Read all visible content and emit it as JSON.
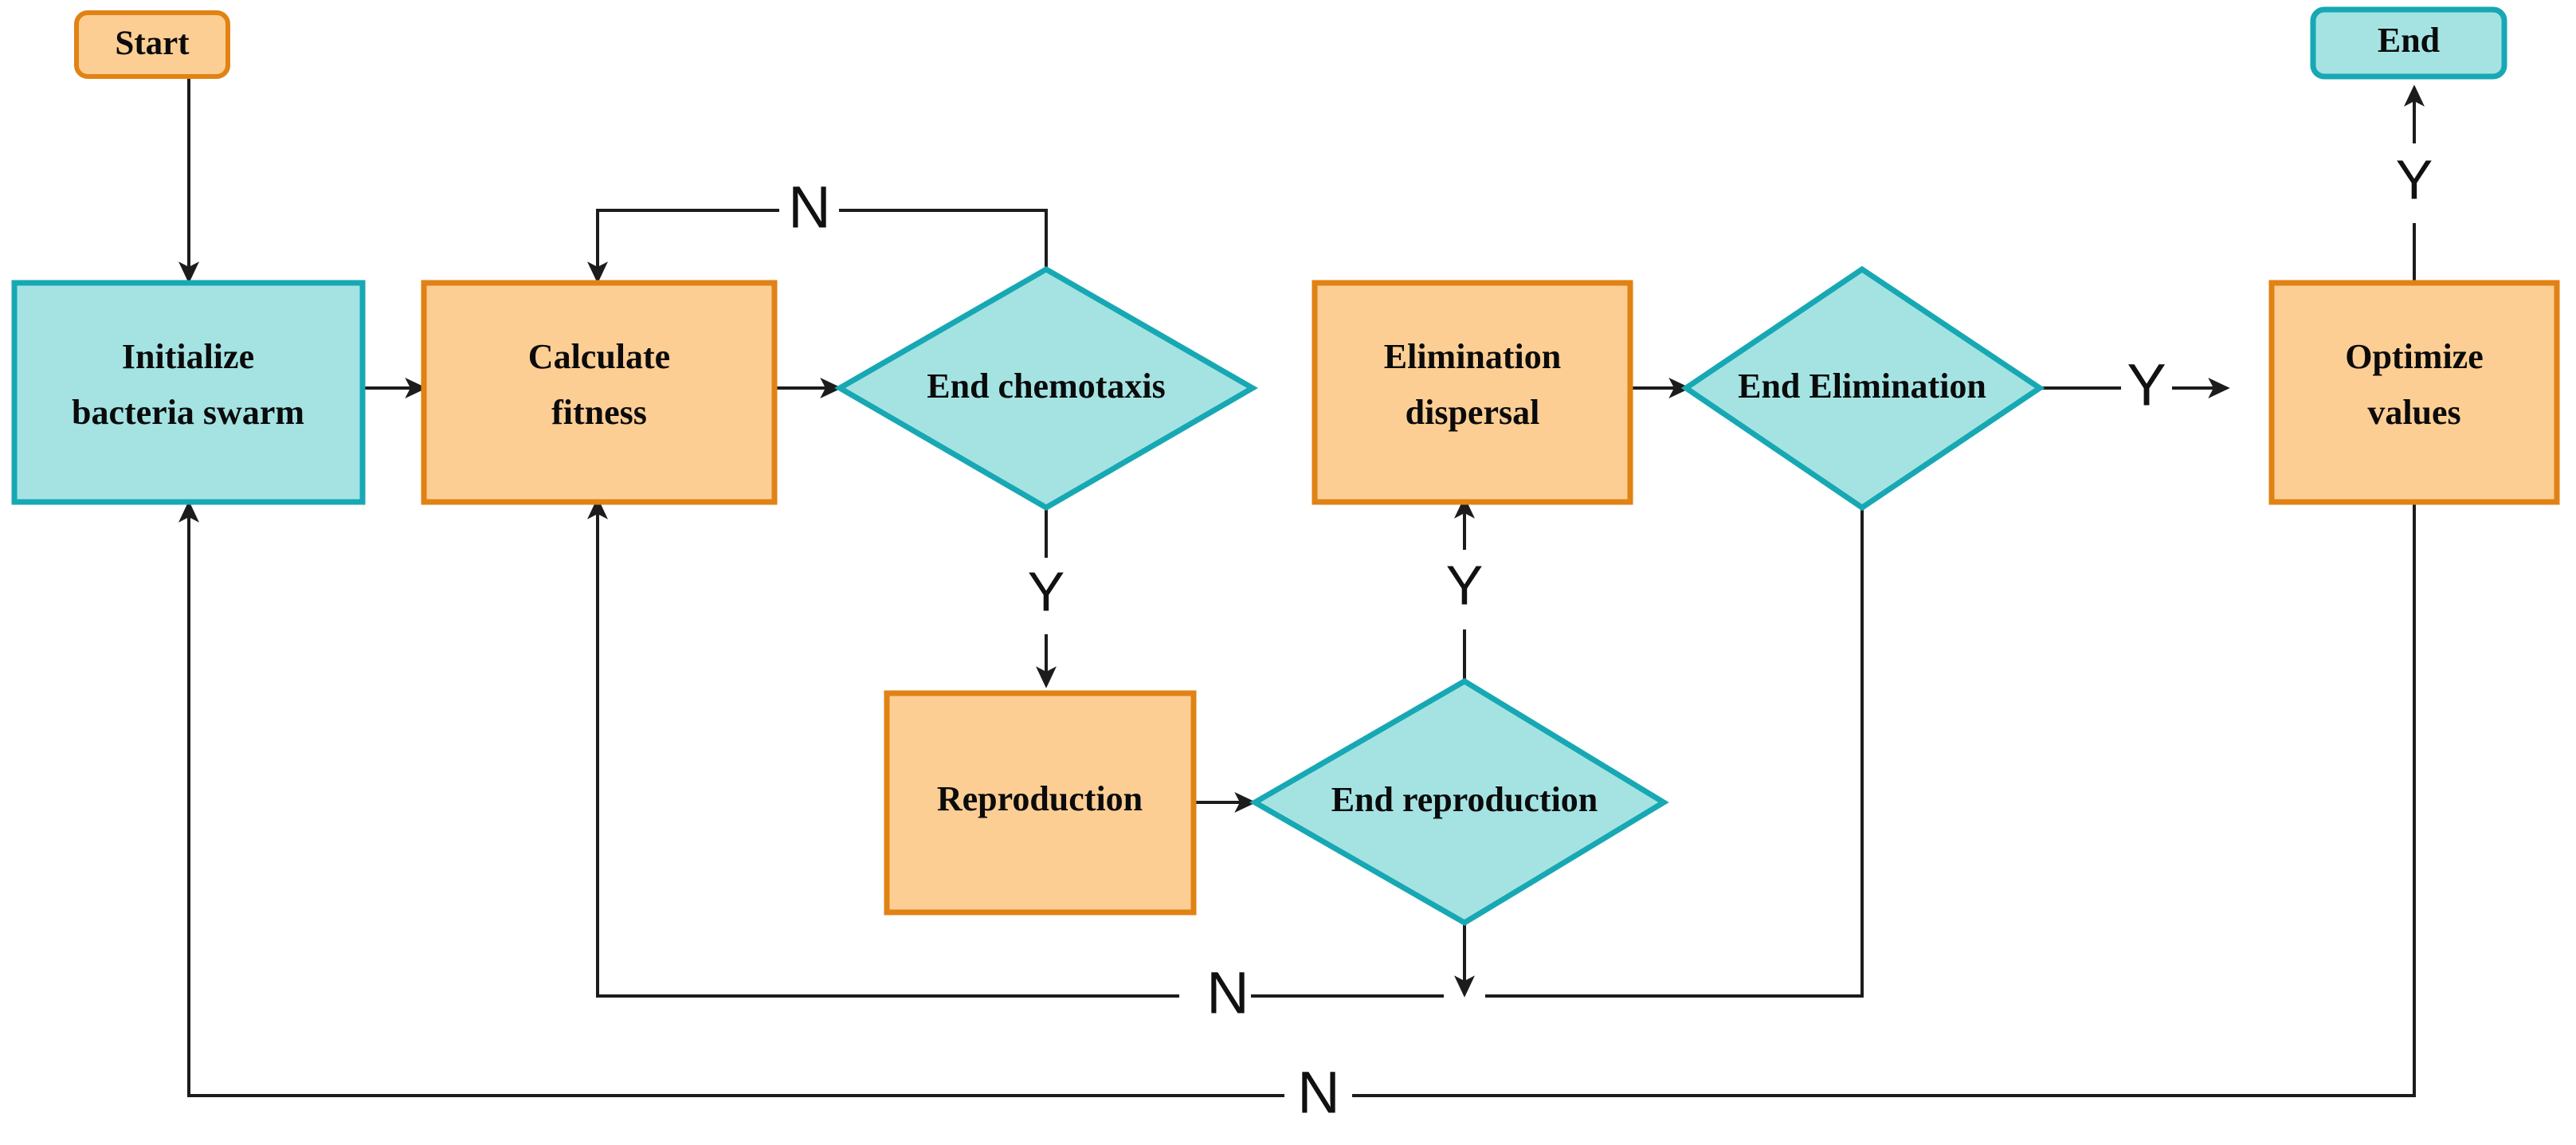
{
  "diagram": {
    "title": "Bacterial Foraging Optimization flowchart",
    "colors": {
      "orange_fill": "#FCCE94",
      "orange_stroke": "#E08214",
      "cyan_fill": "#A5E3E3",
      "cyan_stroke": "#17A8B4",
      "line": "#1C1C1C",
      "text": "#0B0B0B",
      "background": "#FFFFFF"
    },
    "nodes": [
      {
        "id": "start",
        "label": "Start",
        "shape": "rounded-rect",
        "style": "orange"
      },
      {
        "id": "initialize",
        "label": "Initialize\nbacteria swarm",
        "shape": "rect",
        "style": "cyan"
      },
      {
        "id": "calculate",
        "label": "Calculate\nfitness",
        "shape": "rect",
        "style": "orange"
      },
      {
        "id": "end_chemotaxis",
        "label": "End chemotaxis",
        "shape": "diamond",
        "style": "cyan"
      },
      {
        "id": "reproduction",
        "label": "Reproduction",
        "shape": "rect",
        "style": "orange"
      },
      {
        "id": "end_reproduction",
        "label": "End reproduction",
        "shape": "diamond",
        "style": "cyan"
      },
      {
        "id": "elimination",
        "label": "Elimination\ndispersal",
        "shape": "rect",
        "style": "orange"
      },
      {
        "id": "end_elimination",
        "label": "End Elimination",
        "shape": "diamond",
        "style": "cyan"
      },
      {
        "id": "optimize",
        "label": "Optimize\nvalues",
        "shape": "rect",
        "style": "orange"
      },
      {
        "id": "end",
        "label": "End",
        "shape": "rounded-rect",
        "style": "cyan"
      }
    ],
    "edges": [
      {
        "from": "start",
        "to": "initialize",
        "label": ""
      },
      {
        "from": "initialize",
        "to": "calculate",
        "label": ""
      },
      {
        "from": "calculate",
        "to": "end_chemotaxis",
        "label": ""
      },
      {
        "from": "end_chemotaxis",
        "to": "calculate",
        "label": "N"
      },
      {
        "from": "end_chemotaxis",
        "to": "reproduction",
        "label": "Y"
      },
      {
        "from": "reproduction",
        "to": "end_reproduction",
        "label": ""
      },
      {
        "from": "end_reproduction",
        "to": "elimination",
        "label": "Y"
      },
      {
        "from": "end_reproduction",
        "to": "calculate",
        "label": "N"
      },
      {
        "from": "elimination",
        "to": "end_elimination",
        "label": ""
      },
      {
        "from": "end_elimination",
        "to": "optimize",
        "label": "Y"
      },
      {
        "from": "end_elimination",
        "to": "calculate",
        "label": "N"
      },
      {
        "from": "optimize",
        "to": "end",
        "label": "Y"
      },
      {
        "from": "optimize",
        "to": "initialize",
        "label": "N"
      }
    ],
    "labels": {
      "start": "Start",
      "initialize_line1": "Initialize",
      "initialize_line2": "bacteria swarm",
      "calculate_line1": "Calculate",
      "calculate_line2": "fitness",
      "end_chemotaxis": "End chemotaxis",
      "reproduction": "Reproduction",
      "end_reproduction": "End reproduction",
      "elimination_line1": "Elimination",
      "elimination_line2": "dispersal",
      "end_elimination": "End Elimination",
      "optimize_line1": "Optimize",
      "optimize_line2": "values",
      "end": "End",
      "n_chemotaxis": "N",
      "y_chemotaxis": "Y",
      "y_reproduction": "Y",
      "n_reproduction": "N",
      "y_elimination": "Y",
      "y_optimize": "Y",
      "n_optimize": "N"
    }
  }
}
